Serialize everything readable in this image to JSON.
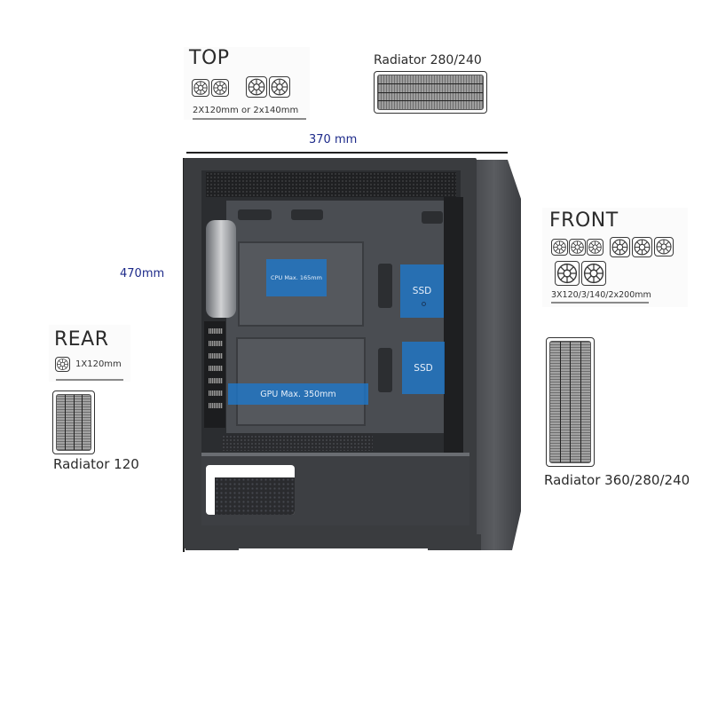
{
  "dimensions": {
    "width_label": "370 mm",
    "height_label": "470mm"
  },
  "top_panel": {
    "title": "TOP",
    "spec": "2X120mm or 2x140mm",
    "fan_groups": [
      {
        "size": "120mm",
        "count": 2
      },
      {
        "size": "140mm",
        "count": 2
      }
    ]
  },
  "top_radiator": {
    "label": "Radiator 280/240",
    "segments": 4,
    "orientation": "horizontal"
  },
  "front_panel": {
    "title": "FRONT",
    "spec": "3X120/3/140/2x200mm",
    "fan_groups": [
      {
        "size": "120mm",
        "count": 3
      },
      {
        "size": "140mm",
        "count": 3
      },
      {
        "size": "200mm",
        "count": 2
      }
    ]
  },
  "front_radiator": {
    "label": "Radiator 360/280/240",
    "segments": 4,
    "orientation": "vertical"
  },
  "rear_panel": {
    "title": "REAR",
    "spec": "1X120mm",
    "fan_groups": [
      {
        "size": "120mm",
        "count": 1
      }
    ]
  },
  "rear_radiator": {
    "label": "Radiator 120",
    "segments": 4,
    "orientation": "vertical"
  },
  "case_overlays": {
    "cpu": "CPU Max. 165mm",
    "gpu": "GPU Max. 350mm",
    "ssd_1": "SSD",
    "ssd_2": "SSD"
  },
  "colors": {
    "overlay_blue": "#1e78cd",
    "dimension_text": "#1d2a8a",
    "case_body": "#3a3c3f"
  }
}
